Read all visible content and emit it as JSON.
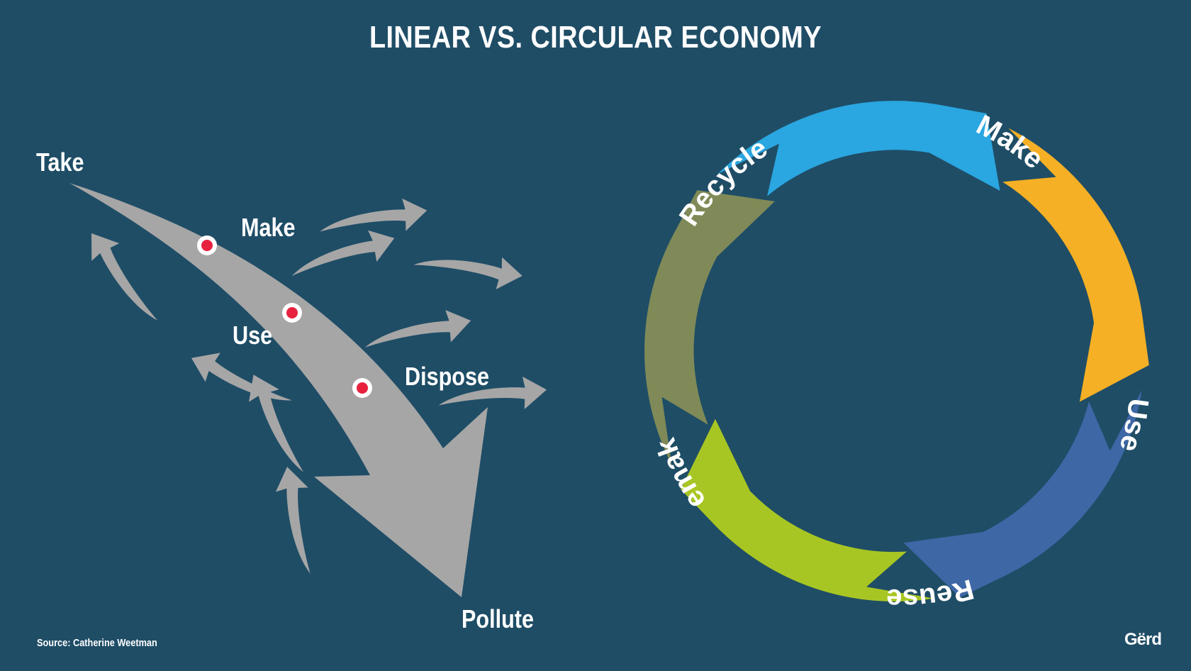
{
  "title": "LINEAR VS. CIRCULAR ECONOMY",
  "linear": {
    "take": "Take",
    "make": "Make",
    "use": "Use",
    "dispose": "Dispose",
    "pollute": "Pollute"
  },
  "circular": {
    "make": "Make",
    "use": "Use",
    "reuse": "Reuse",
    "remake": "Remake",
    "recycle": "Recycle"
  },
  "colors": {
    "background": "#1f4d66",
    "linear_arrow": "#a6a6a6",
    "dot": "#e8213f",
    "make": "#7f8a58",
    "use": "#2aa6e0",
    "reuse": "#f5b025",
    "remake": "#3e67a6",
    "recycle": "#a8c623"
  },
  "source": "Source: Catherine Weetman",
  "logo": "Gërd"
}
